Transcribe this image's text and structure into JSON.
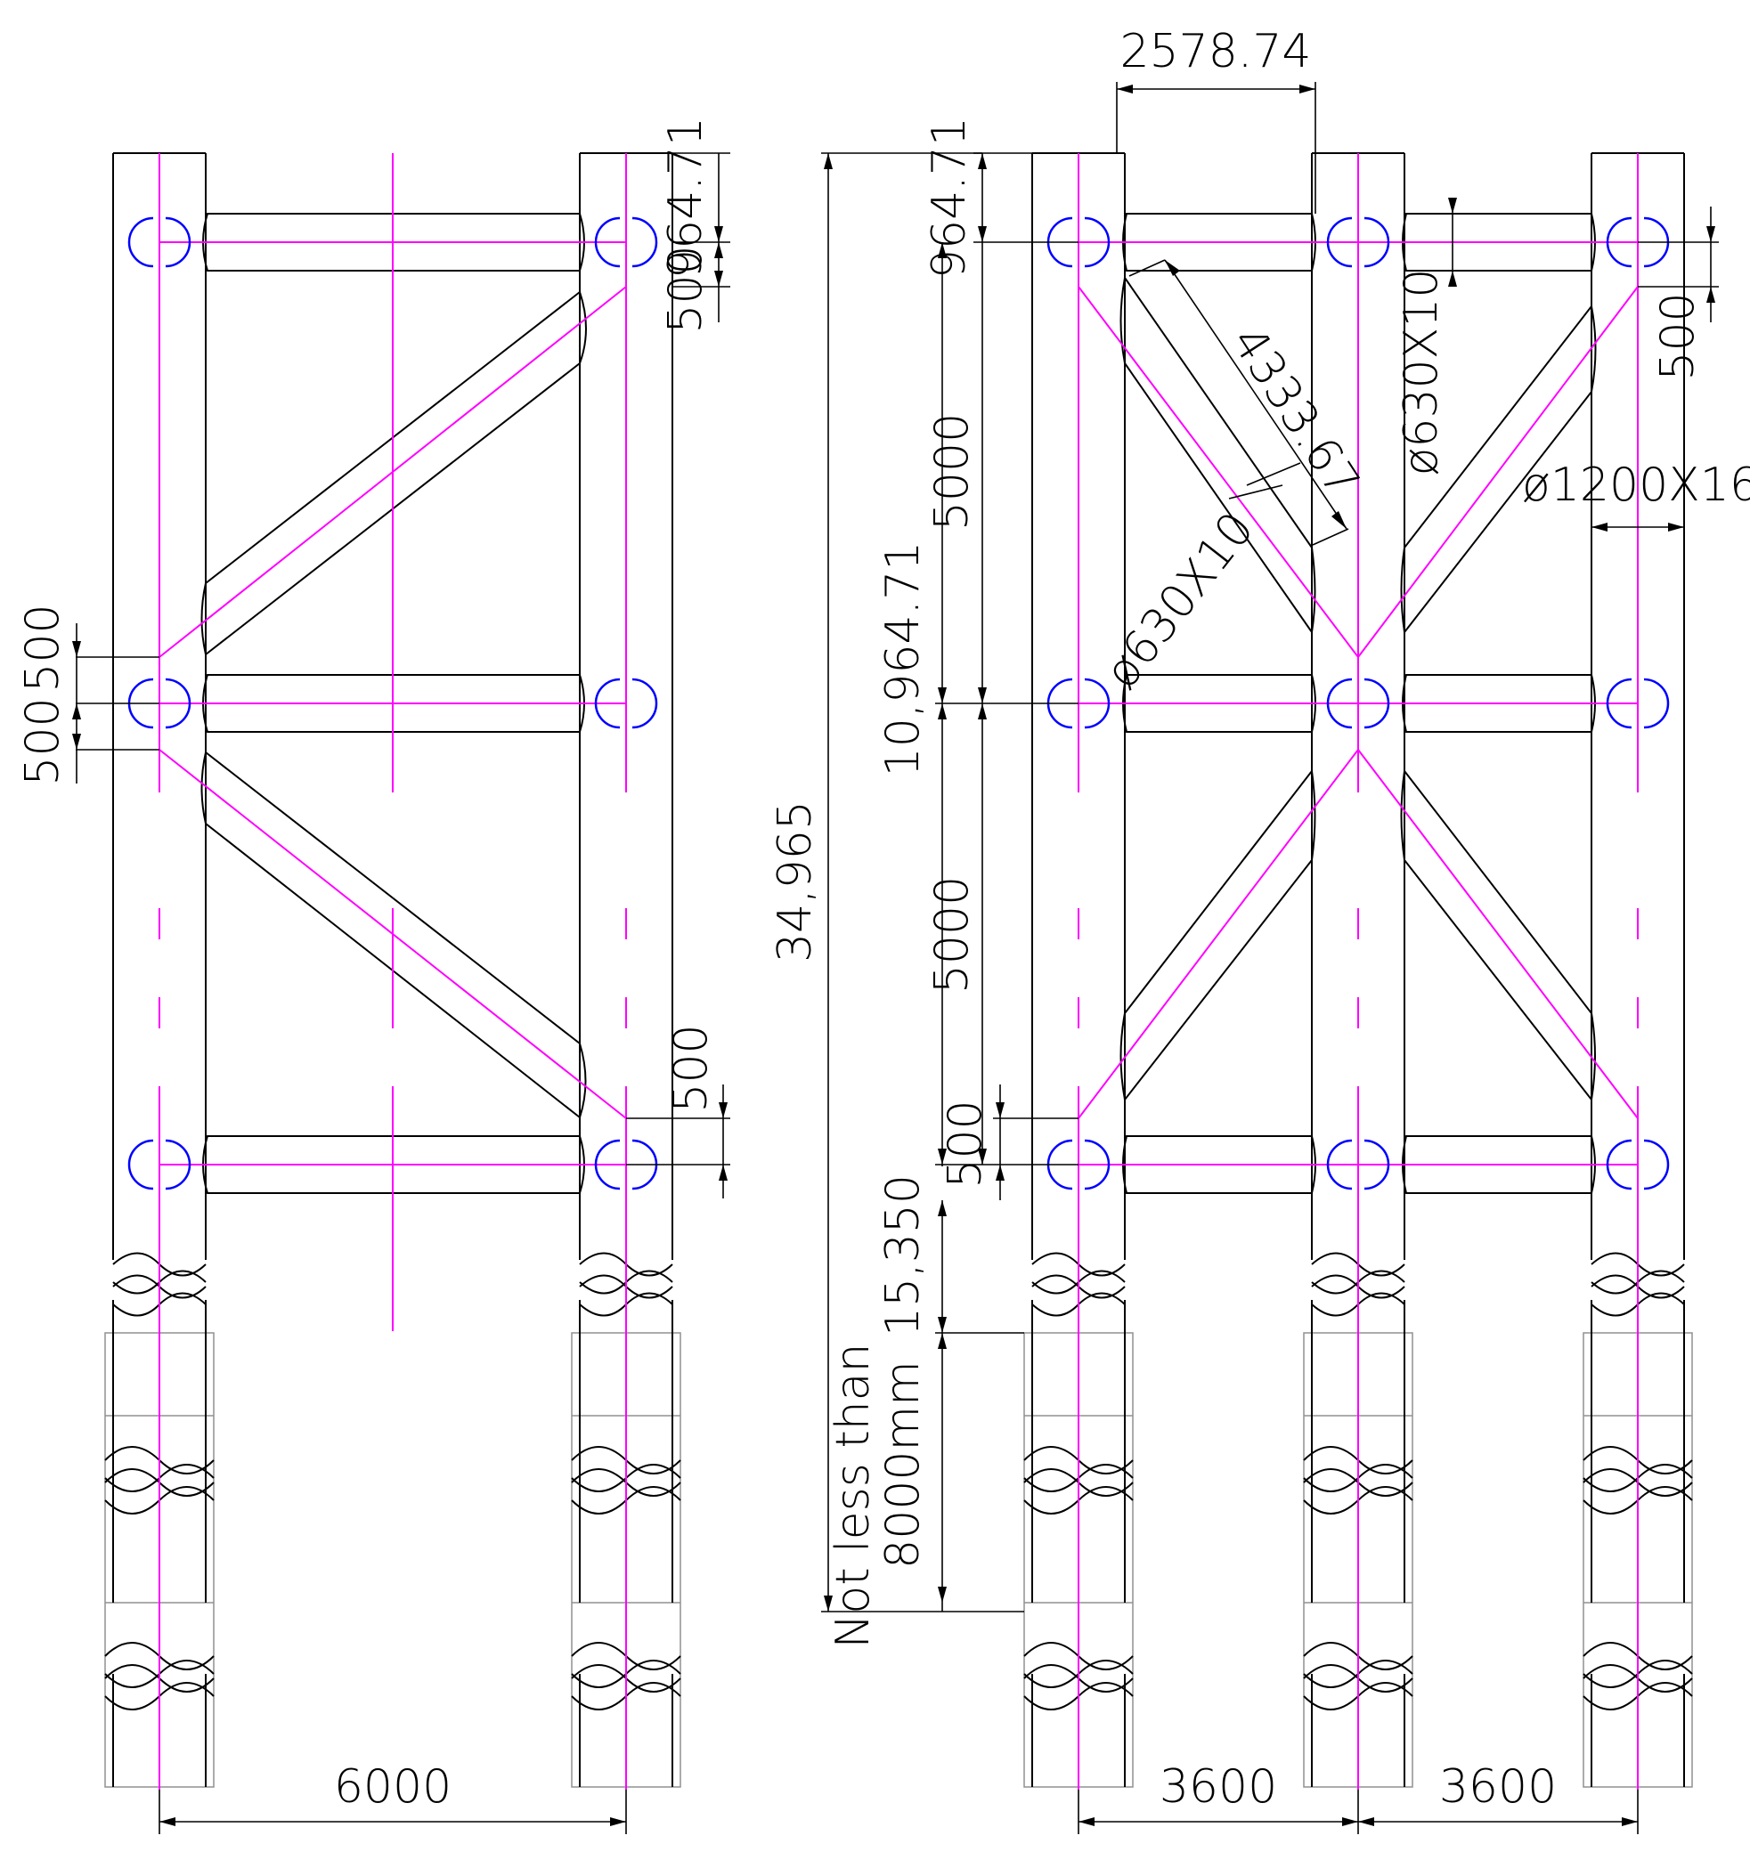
{
  "left_view": {
    "dim_top_offset": "964.71",
    "dim_joint_offset_top": "500",
    "dim_brace_above": "500",
    "dim_brace_below": "500",
    "dim_joint_offset_bottom": "500",
    "dim_column_spacing": "6000"
  },
  "right_view": {
    "dim_brace_width": "2578.74",
    "dim_top_offset": "964.71",
    "dim_brace_length": "4333.67",
    "dim_brace_pipe_diagonal": "ø630X10",
    "dim_brace_pipe_horizontal": "ø630X10",
    "dim_column_pipe": "ø1200X16",
    "dim_joint_offset_right": "500",
    "dim_panel_upper": "5000",
    "dim_panel_lower": "5000",
    "dim_mid_elevation": "10,964.71",
    "dim_total_height": "34,965",
    "dim_joint_offset_bottom": "500",
    "dim_embed_length": "15,350",
    "note_line_1": "Not less than",
    "note_line_2": "8000mm",
    "dim_spacing_left": "3600",
    "dim_spacing_right": "3600"
  },
  "colors": {
    "member_outline": "#000000",
    "centerline": "#ff00ff",
    "joint_marker": "#0000ff",
    "sleeve": "#909090"
  }
}
